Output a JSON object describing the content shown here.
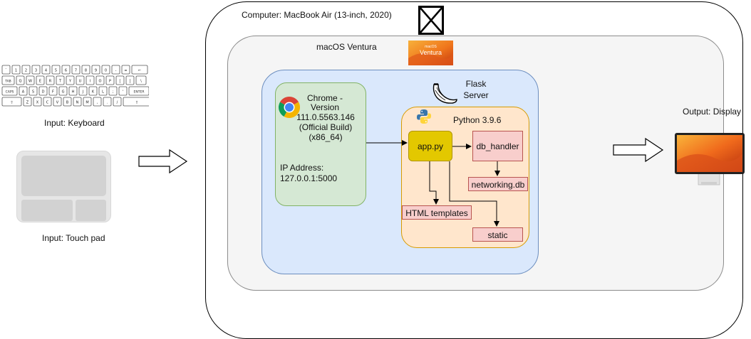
{
  "inputs": {
    "keyboard_label": "Input: Keyboard",
    "touchpad_label": "Input: Touch pad",
    "keyboard_rows": [
      [
        "`",
        "1",
        "2",
        "3",
        "4",
        "5",
        "6",
        "7",
        "8",
        "9",
        "0",
        "-",
        "=",
        "←"
      ],
      [
        "TAB",
        "Q",
        "W",
        "E",
        "R",
        "T",
        "Y",
        "U",
        "I",
        "O",
        "P",
        "[",
        "]",
        "\\"
      ],
      [
        "CAPS",
        "A",
        "S",
        "D",
        "F",
        "G",
        "H",
        "J",
        "K",
        "L",
        ";",
        "'",
        "ENTER"
      ],
      [
        "⇧",
        "Z",
        "X",
        "C",
        "V",
        "B",
        "N",
        "M",
        ",",
        ".",
        "/",
        "⇧"
      ]
    ]
  },
  "computer": {
    "label": "Computer: MacBook Air (13-inch, 2020)"
  },
  "os": {
    "label": "macOS Ventura",
    "logo_text": "Ventura",
    "logo_caption": "macOS"
  },
  "server": {
    "label_line1": "Flask",
    "label_line2": "Server"
  },
  "browser": {
    "line1": "Chrome -",
    "line2": "Version",
    "line3": "111.0.5563.146",
    "line4": "(Official Build)",
    "line5": "(x86_64)",
    "ip_label": "IP Address:",
    "ip_value": "127.0.0.1:5000"
  },
  "python": {
    "label": "Python 3.9.6"
  },
  "nodes": {
    "app": "app.py",
    "db_handler": "db_handler",
    "networking_db": "networking.db",
    "html_templates": "HTML templates",
    "static": "static"
  },
  "output": {
    "label": "Output: Display"
  },
  "colors": {
    "flask_fill": "#dae8fc",
    "chrome_fill": "#d5e8d4",
    "python_fill": "#ffe6cc",
    "app_fill": "#e3c800",
    "pink_fill": "#f8cecc"
  }
}
